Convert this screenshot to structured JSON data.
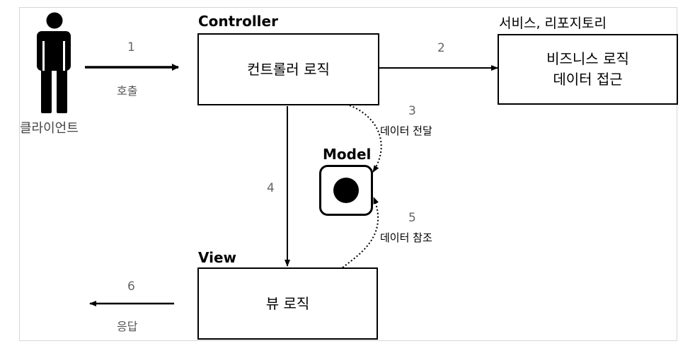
{
  "client": {
    "label": "클라이언트"
  },
  "controller": {
    "heading": "Controller",
    "box_text": "컨트롤러 로직"
  },
  "service": {
    "heading": "서비스, 리포지토리",
    "line1": "비즈니스 로직",
    "line2": "데이터 접근"
  },
  "model": {
    "heading": "Model"
  },
  "view": {
    "heading": "View",
    "box_text": "뷰 로직"
  },
  "steps": [
    {
      "num": "1",
      "label": "호출"
    },
    {
      "num": "2",
      "label": ""
    },
    {
      "num": "3",
      "label": "데이터 전달"
    },
    {
      "num": "4",
      "label": ""
    },
    {
      "num": "5",
      "label": "데이터 참조"
    },
    {
      "num": "6",
      "label": "응답"
    }
  ],
  "icons": {
    "client": "person-icon",
    "model": "filled-circle-icon"
  },
  "colors": {
    "stroke": "#000000",
    "frame_border": "#d6d6d6",
    "number_text": "#666666"
  }
}
